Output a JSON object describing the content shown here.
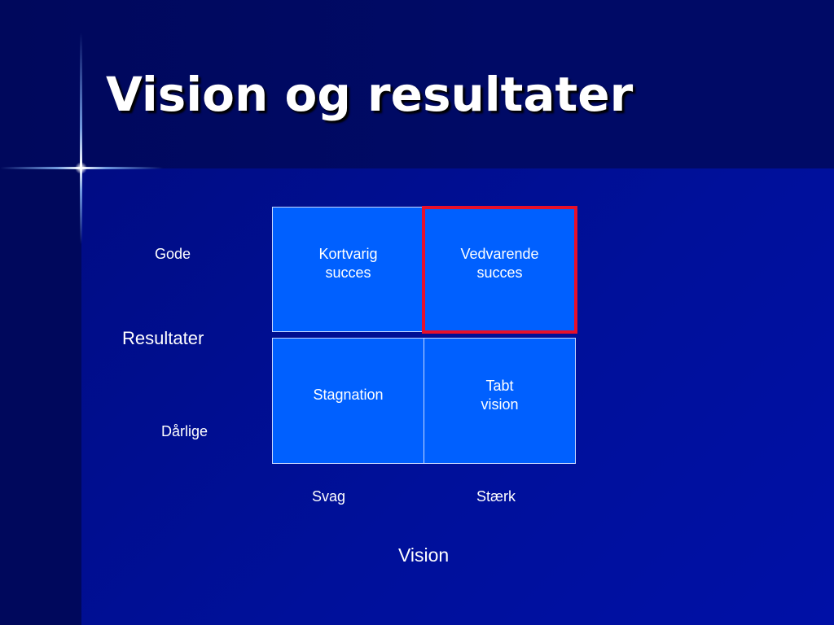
{
  "slide": {
    "title": "Vision og resultater"
  },
  "matrix": {
    "cells": {
      "top_left": "Kortvarig\nsucces",
      "top_right": "Vedvarende\nsucces",
      "bottom_left": "Stagnation",
      "bottom_right": "Tabt\nvision"
    },
    "highlighted_cell": "top_right",
    "y_axis": {
      "label": "Resultater",
      "high": "Gode",
      "low": "Dårlige"
    },
    "x_axis": {
      "label": "Vision",
      "low": "Svag",
      "high": "Stærk"
    }
  },
  "colors": {
    "background": "#000b70",
    "cell_fill": "#0060ff",
    "highlight": "#e8102a",
    "text": "#ffffff"
  }
}
